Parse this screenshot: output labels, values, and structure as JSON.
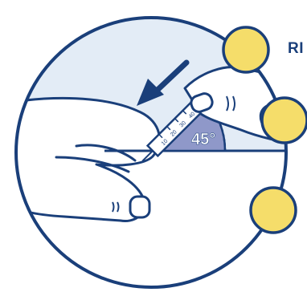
{
  "illustration": {
    "angle_label": "45°",
    "clipped_heading": "RI",
    "syringe_scale": [
      "10",
      "20",
      "30",
      "40"
    ],
    "colors": {
      "outline": "#1a3f7a",
      "skin_fill": "#ffffff",
      "background_fill": "#e3ecf6",
      "angle_fill": "#8f98c9",
      "callout_fill": "#f5dd6a",
      "arrow": "#1a3f7a"
    },
    "icons": [
      "injection-arrow-icon",
      "syringe-icon",
      "hand-icon",
      "angle-wedge-icon",
      "callout-dot-icon"
    ]
  }
}
